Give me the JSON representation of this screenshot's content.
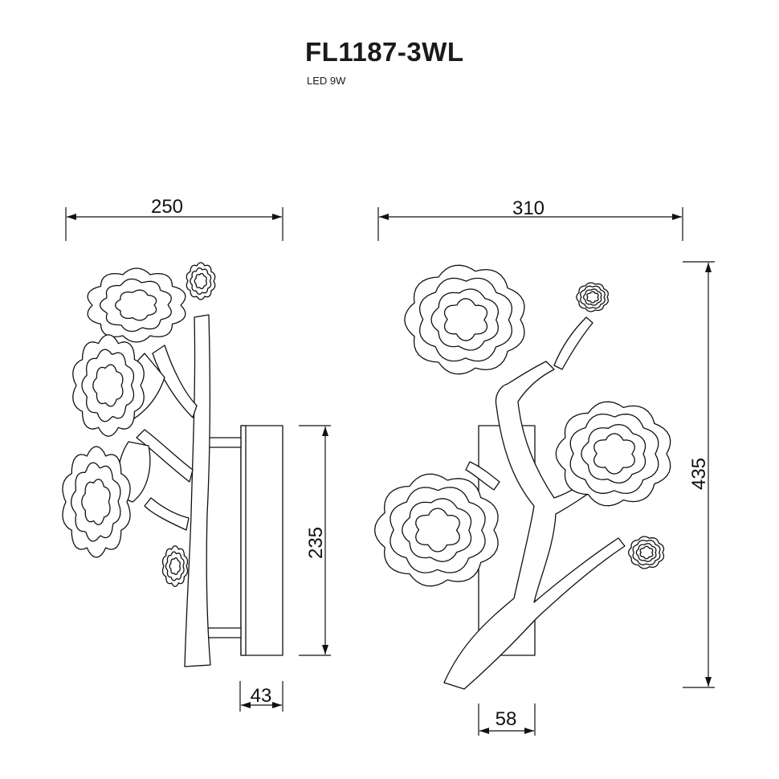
{
  "header": {
    "model": "FL1187-3WL",
    "spec": "LED 9W"
  },
  "dimensions": {
    "side_width": "250",
    "front_width": "310",
    "height": "435",
    "plate_height": "235",
    "depth": "43",
    "plate_width": "58"
  },
  "colors": {
    "line": "#111111",
    "background": "#ffffff"
  }
}
